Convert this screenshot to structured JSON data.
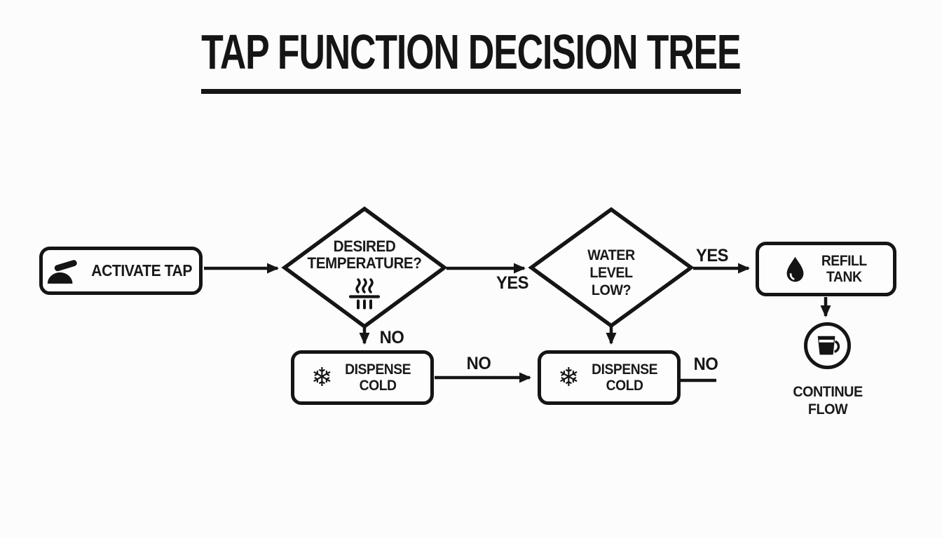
{
  "title": "TAP FUNCTION DECISION TREE",
  "colors": {
    "ink": "#151515",
    "background": "#fcfcfc",
    "node_fill": "#fdfdfd"
  },
  "glyphs": {
    "snowflake": "❄"
  },
  "nodes": {
    "activate_tap": {
      "type": "process",
      "icon": "tap-lever-icon",
      "label": "ACTIVATE TAP"
    },
    "desired_temperature": {
      "type": "decision",
      "icon": "heat-steam-icon",
      "lines": [
        "DESIRED",
        "TEMPERATURE?"
      ]
    },
    "water_level_low": {
      "type": "decision",
      "lines": [
        "WATER",
        "LEVEL",
        "LOW?"
      ]
    },
    "refill_tank": {
      "type": "process",
      "icon": "water-drop-icon",
      "lines": [
        "REFILL",
        "TANK"
      ]
    },
    "dispense_cold_left": {
      "type": "process",
      "icon": "snowflake-icon",
      "lines": [
        "DISPENSE",
        "COLD"
      ]
    },
    "dispense_cold_right": {
      "type": "process",
      "icon": "snowflake-icon",
      "lines": [
        "DISPENSE",
        "COLD"
      ]
    },
    "continue_flow": {
      "type": "terminal",
      "icon": "cup-icon",
      "lines": [
        "CONTINUE",
        "FLOW"
      ]
    }
  },
  "edge_labels": {
    "between_diamonds": "YES",
    "diamond1_down": "NO",
    "to_refill_tank": "YES",
    "between_dispense_boxes": "NO",
    "after_dispense_right": "NO"
  }
}
